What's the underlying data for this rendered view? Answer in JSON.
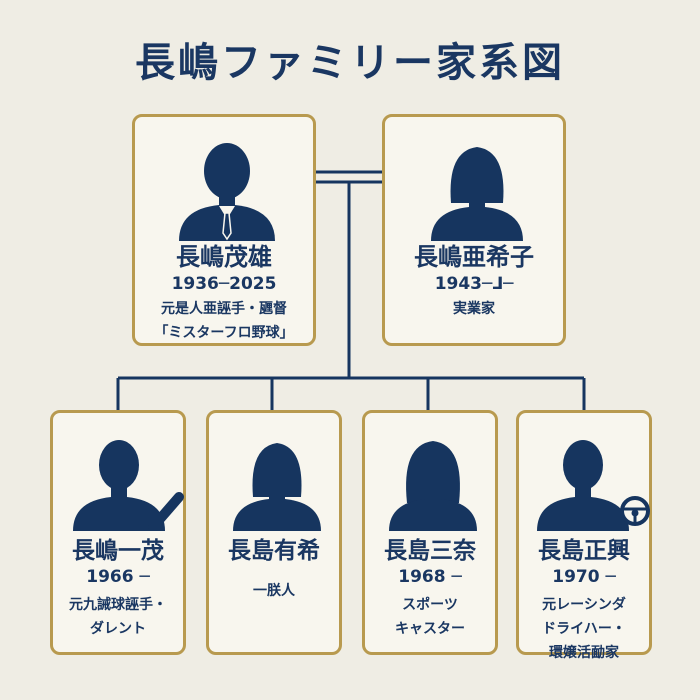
{
  "title": "長嶋ファミリー家系図",
  "colors": {
    "background": "#efede4",
    "card_border": "#b89a4f",
    "navy": "#16355f"
  },
  "parents": [
    {
      "name": "長嶋茂雄",
      "years": "1936─2025",
      "desc1": "元是人亜誣手・甅督",
      "desc2": "「ミスターフロ野球」",
      "avatar": "man-suit-silhouette-icon"
    },
    {
      "name": "長嶋亜希子",
      "years": "1943─⅃─",
      "desc1": "実業家",
      "desc2": "",
      "avatar": "woman-silhouette-icon"
    }
  ],
  "children": [
    {
      "name": "長嶋一茂",
      "years": "1966 ─",
      "desc1": "元九誡球誣手・",
      "desc2": "ダレント",
      "avatar": "man-with-bat-silhouette-icon"
    },
    {
      "name": "長島有希",
      "years": "",
      "desc1": "一朕人",
      "desc2": "",
      "avatar": "woman-silhouette-icon"
    },
    {
      "name": "長島三奈",
      "years": "1968 ─",
      "desc1": "スポーツ",
      "desc2": "キャスター",
      "avatar": "woman-silhouette-icon"
    },
    {
      "name": "長島正興",
      "years": "1970 ─",
      "desc1": "元レーシンダ",
      "desc2": "ドライハー・",
      "desc3": "環嬢活勔家",
      "avatar": "man-with-steering-wheel-silhouette-icon"
    }
  ]
}
